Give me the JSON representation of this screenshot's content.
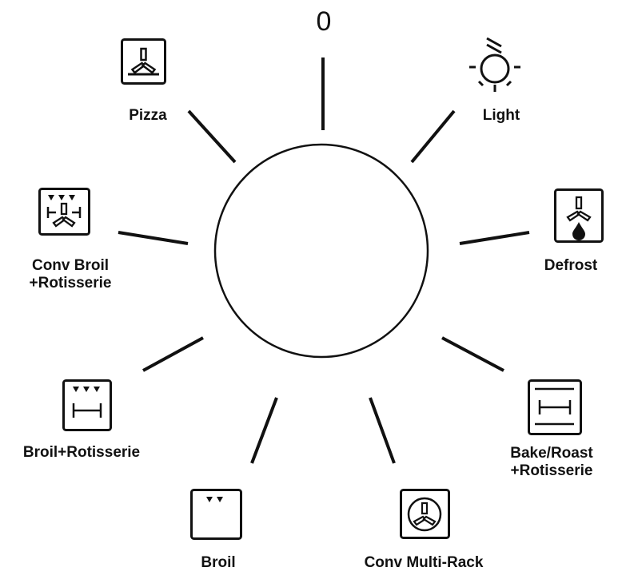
{
  "dial": {
    "off_label": "0",
    "modes": [
      {
        "id": "pizza",
        "label": "Pizza",
        "icon": "pizza-fan-icon"
      },
      {
        "id": "light",
        "label": "Light",
        "icon": "light-bulb-icon"
      },
      {
        "id": "conv-broil-rotisserie",
        "label": "Conv Broil\n+Rotisserie",
        "icon": "conv-broil-rotisserie-icon"
      },
      {
        "id": "defrost",
        "label": "Defrost",
        "icon": "defrost-fan-drop-icon"
      },
      {
        "id": "broil-rotisserie",
        "label": "Broil+Rotisserie",
        "icon": "broil-rotisserie-icon"
      },
      {
        "id": "bake-roast-rotisserie",
        "label": "Bake/Roast\n+Rotisserie",
        "icon": "bake-roast-rotisserie-icon"
      },
      {
        "id": "broil",
        "label": "Broil",
        "icon": "broil-icon"
      },
      {
        "id": "conv-multi-rack",
        "label": "Conv Multi-Rack",
        "icon": "conv-multi-rack-fan-icon"
      }
    ]
  },
  "colors": {
    "ink": "#111111",
    "background": "#ffffff"
  }
}
